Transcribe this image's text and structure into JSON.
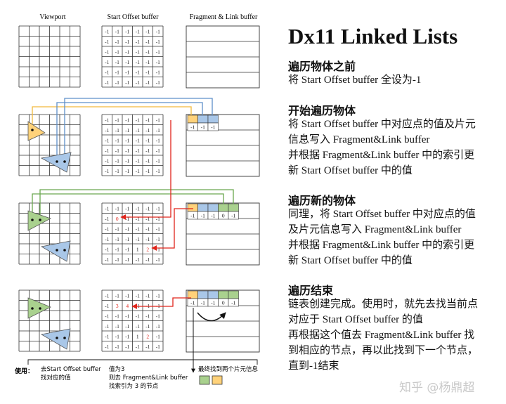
{
  "columns": {
    "viewport": "Viewport",
    "start_offset": "Start Offset buffer",
    "fragment_link": "Fragment & Link buffer"
  },
  "colors": {
    "yellow": "#ffd27a",
    "blue": "#a9c7e8",
    "green": "#a9d18e",
    "red_arrow": "#e0241b",
    "grid": "#333333"
  },
  "stages": [
    {
      "offset_grid": [
        [
          "-1",
          "-1",
          "-1",
          "-1",
          "-1",
          "-1"
        ],
        [
          "-1",
          "-1",
          "-1",
          "-1",
          "-1",
          "-1"
        ],
        [
          "-1",
          "-1",
          "-1",
          "-1",
          "-1",
          "-1"
        ],
        [
          "-1",
          "-1",
          "-1",
          "-1",
          "-1",
          "-1"
        ],
        [
          "-1",
          "-1",
          "-1",
          "-1",
          "-1",
          "-1"
        ],
        [
          "-1",
          "-1",
          "-1",
          "-1",
          "-1",
          "-1"
        ]
      ],
      "red_cells": [],
      "link_values": []
    },
    {
      "offset_grid": [
        [
          "-1",
          "-1",
          "-1",
          "-1",
          "-1",
          "-1"
        ],
        [
          "-1",
          "-1",
          "-1",
          "-1",
          "-1",
          "-1"
        ],
        [
          "-1",
          "-1",
          "-1",
          "-1",
          "-1",
          "-1"
        ],
        [
          "-1",
          "-1",
          "-1",
          "-1",
          "-1",
          "-1"
        ],
        [
          "-1",
          "-1",
          "-1",
          "-1",
          "-1",
          "-1"
        ],
        [
          "-1",
          "-1",
          "-1",
          "-1",
          "-1",
          "-1"
        ]
      ],
      "red_cells": [],
      "link_values": [
        "-1",
        "-1",
        "-1"
      ]
    },
    {
      "offset_grid": [
        [
          "-1",
          "-1",
          "-1",
          "-1",
          "-1",
          "-1"
        ],
        [
          "-1",
          "0",
          "-1",
          "-1",
          "-1",
          "-1"
        ],
        [
          "-1",
          "-1",
          "-1",
          "-1",
          "-1",
          "-1"
        ],
        [
          "-1",
          "-1",
          "-1",
          "-1",
          "-1",
          "-1"
        ],
        [
          "-1",
          "-1",
          "-1",
          "1",
          "2",
          "-1"
        ],
        [
          "-1",
          "-1",
          "-1",
          "-1",
          "-1",
          "-1"
        ]
      ],
      "red_cells": [
        [
          1,
          1
        ],
        [
          4,
          4
        ]
      ],
      "link_values": [
        "-1",
        "-1",
        "-1",
        "0",
        "-1"
      ]
    },
    {
      "offset_grid": [
        [
          "-1",
          "-1",
          "-1",
          "-1",
          "-1",
          "-1"
        ],
        [
          "-1",
          "3",
          "4",
          "-1",
          "-1",
          "-1"
        ],
        [
          "-1",
          "-1",
          "-1",
          "-1",
          "-1",
          "-1"
        ],
        [
          "-1",
          "-1",
          "-1",
          "-1",
          "-1",
          "-1"
        ],
        [
          "-1",
          "-1",
          "-1",
          "1",
          "2",
          "-1"
        ],
        [
          "-1",
          "-1",
          "-1",
          "-1",
          "-1",
          "-1"
        ]
      ],
      "red_cells": [
        [
          1,
          1
        ],
        [
          1,
          2
        ],
        [
          4,
          4
        ]
      ],
      "link_values": [
        "-1",
        "-1",
        "-1",
        "0",
        "-1"
      ]
    }
  ],
  "text": {
    "title": "Dx11 Linked Lists",
    "s1_title": "遍历物体之前",
    "s1_l1": "将 Start Offset buffer 全设为-1",
    "s2_title": "开始遍历物体",
    "s2_l1": "将 Start Offset buffer 中对应点的值及片元",
    "s2_l2": "信息写入 Fragment&Link buffer",
    "s2_l3": "并根据 Fragment&Link buffer 中的索引更",
    "s2_l4": "新 Start Offset buffer 中的值",
    "s3_title": "遍历新的物体",
    "s3_l1": "同理，将 Start Offset buffer 中对应点的值",
    "s3_l2": "及片元信息写入 Fragment&Link buffer",
    "s3_l3": "并根据 Fragment&Link buffer 中的索引更",
    "s3_l4": "新 Start Offset buffer 中的值",
    "s4_title": "遍历结束",
    "s4_l1": "链表创建完成。使用时，就先去找当前点",
    "s4_l2": "对应于 Start Offset buffer 的值",
    "s4_l3": "再根据这个值去 Fragment&Link buffer 找",
    "s4_l4": "到相应的节点，再以此找到下一个节点，",
    "s4_l5": "直到-1结束"
  },
  "usage": {
    "label": "使用：",
    "n1_l1": "去Start Offset buffer",
    "n1_l2": "找对应的值",
    "n2_l1": "值为3",
    "n2_l2": "则去 Fragment&Link buffer",
    "n2_l3": "找索引为 3 的节点",
    "n3": "最终找到两个片元信息"
  },
  "watermark": "知乎 @杨鼎超"
}
